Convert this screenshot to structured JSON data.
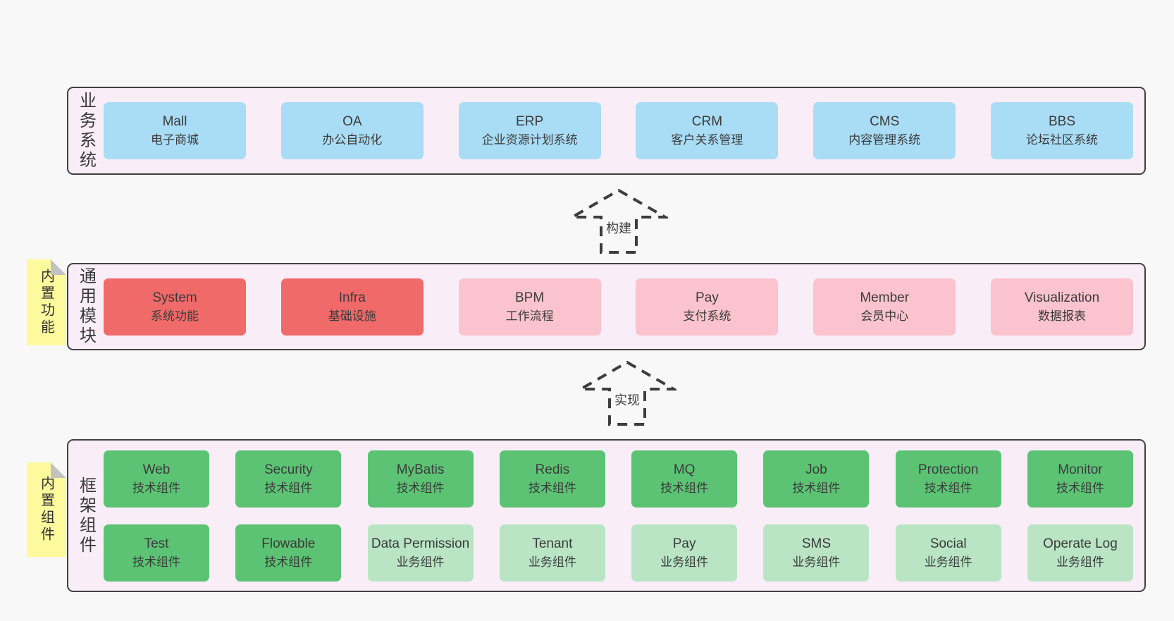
{
  "colors": {
    "page_bg": "#f8f8f8",
    "band_bg": "#f9eef7",
    "band_border": "#414141",
    "blue": "#a9dcf5",
    "red": "#f06a6a",
    "pink": "#fac3cd",
    "green": "#5cc374",
    "light_green": "#b9e5c5",
    "sticky_yellow": "#fcfa9d",
    "fold_gray": "#c2c2c2",
    "text": "#3b3b3b"
  },
  "bands": [
    {
      "label": "业务系统",
      "boxes": [
        {
          "en": "Mall",
          "zh": "电子商城"
        },
        {
          "en": "OA",
          "zh": "办公自动化"
        },
        {
          "en": "ERP",
          "zh": "企业资源计划系统"
        },
        {
          "en": "CRM",
          "zh": "客户关系管理"
        },
        {
          "en": "CMS",
          "zh": "内容管理系统"
        },
        {
          "en": "BBS",
          "zh": "论坛社区系统"
        }
      ]
    },
    {
      "label": "通用模块",
      "tab": "内置功能",
      "boxes": [
        {
          "en": "System",
          "zh": "系统功能"
        },
        {
          "en": "Infra",
          "zh": "基础设施"
        },
        {
          "en": "BPM",
          "zh": "工作流程"
        },
        {
          "en": "Pay",
          "zh": "支付系统"
        },
        {
          "en": "Member",
          "zh": "会员中心"
        },
        {
          "en": "Visualization",
          "zh": "数据报表"
        }
      ]
    },
    {
      "label": "框架组件",
      "tab": "内置组件",
      "rows": [
        [
          {
            "en": "Web",
            "zh": "技术组件"
          },
          {
            "en": "Security",
            "zh": "技术组件"
          },
          {
            "en": "MyBatis",
            "zh": "技术组件"
          },
          {
            "en": "Redis",
            "zh": "技术组件"
          },
          {
            "en": "MQ",
            "zh": "技术组件"
          },
          {
            "en": "Job",
            "zh": "技术组件"
          },
          {
            "en": "Protection",
            "zh": "技术组件"
          },
          {
            "en": "Monitor",
            "zh": "技术组件"
          }
        ],
        [
          {
            "en": "Test",
            "zh": "技术组件"
          },
          {
            "en": "Flowable",
            "zh": "技术组件"
          },
          {
            "en": "Data Permission",
            "zh": "业务组件"
          },
          {
            "en": "Tenant",
            "zh": "业务组件"
          },
          {
            "en": "Pay",
            "zh": "业务组件"
          },
          {
            "en": "SMS",
            "zh": "业务组件"
          },
          {
            "en": "Social",
            "zh": "业务组件"
          },
          {
            "en": "Operate Log",
            "zh": "业务组件"
          }
        ]
      ]
    }
  ],
  "arrows": [
    {
      "label": "构建"
    },
    {
      "label": "实现"
    }
  ]
}
